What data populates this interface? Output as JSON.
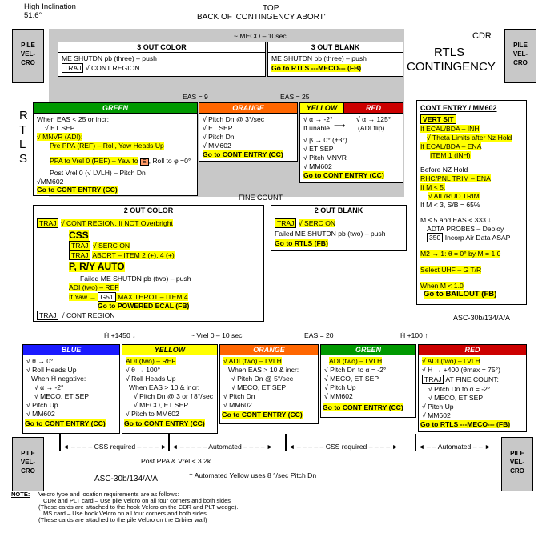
{
  "corner": {
    "line1": "High Inclination",
    "line2": "51.6°"
  },
  "top_label": {
    "line1": "TOP",
    "line2": "BACK OF 'CONTINGENCY ABORT'"
  },
  "meco_time": "~ MECO – 10sec",
  "cdr": "CDR",
  "pile_velcro": {
    "l1": "PILE",
    "l2": "VEL-",
    "l3": "CRO"
  },
  "rtls_contingency": {
    "l1": "RTLS",
    "l2": "CONTINGENCY"
  },
  "three_out_color": {
    "title": "3 OUT COLOR",
    "l1": "ME SHUTDN pb (three) – push",
    "traj": "TRAJ",
    "l2": "√ CONT REGION"
  },
  "three_out_blank": {
    "title": "3 OUT BLANK",
    "l1": "ME SHUTDN pb (three) – push",
    "l2": "Go to RTLS ---MECO--- (FB)"
  },
  "eas9": "EAS = 9",
  "eas25": "EAS = 25",
  "rtls_side": [
    "R",
    "T",
    "L",
    "S"
  ],
  "green_top": {
    "title": "GREEN",
    "l1": "When EAS < 25 or incr:",
    "l2": "√ ET SEP",
    "l3": "√ MNVR (ADI):",
    "l4": "Pre PPA (REF) – Roll, Yaw Heads Up",
    "l5": "PPA to Vrel 0 (REF) – Yaw to",
    "l5b": ", Roll to φ =0°",
    "l6": "Post Vrel 0 (√ LVLH) – Pitch Dn",
    "l7": "√MM602",
    "l8": "Go to CONT ENTRY (CC)"
  },
  "orange_top": {
    "title": "ORANGE",
    "l1": "√ Pitch Dn @ 3°/sec",
    "l2": "√ ET SEP",
    "l3": "√ Pitch Dn",
    "l4": "√ MM602",
    "l5": "Go to CONT ENTRY (CC)"
  },
  "yellow_top": {
    "title": "YELLOW",
    "l1": "√ α → -2°",
    "l2": "If unable",
    "l3": "√ β → 0° (±3°)",
    "l4": "√ ET SEP",
    "l5": "√ Pitch MNVR",
    "l6": "√ MM602",
    "l7": "Go to CONT ENTRY (CC)"
  },
  "red_top": {
    "title": "RED",
    "l1": "√ α → 125°",
    "l2": "(ADI flip)"
  },
  "cont_entry": {
    "title": "CONT ENTRY / MM602",
    "l1": "VERT SIT",
    "l2": "If ECAL/BDA – INH",
    "l3": "√ Theta Limits after Nz Hold",
    "l4": "If ECAL/BDA – ENA",
    "l5": "ITEM 1 (INH)",
    "l6": "Before NZ Hold",
    "l7": "RHC/PNL TRIM – ENA",
    "l8": "If M < 5,",
    "l9": "√ AIL/RUD TRIM",
    "l10": "If M < 3, S/B = 65%",
    "l11": "M ≤ 5 and EAS < 333 ↓",
    "l12": "ADTA PROBES – Deploy",
    "l13a": "350",
    "l13": "Incorp Air Data ASAP",
    "l14": "M2 → 1: θ = 0° by M = 1.0",
    "l15": "Select UHF – G T/R",
    "l16": "When M < 1.0",
    "l17": "Go to BAILOUT (FB)"
  },
  "fine_count": "FINE COUNT",
  "two_out_color": {
    "title": "2 OUT COLOR",
    "traj": "TRAJ",
    "l1": "√ CONT REGION, If NOT Overbright",
    "css": "CSS",
    "l2": "√ SERC ON",
    "l3": "ABORT – ITEM 2 (+), 4 (+)",
    "pry": "P, R/Y AUTO",
    "l4": "Failed ME SHUTDN pb (two) – push",
    "l5": "ADI (two) – REF",
    "l6a": "If Yaw →",
    "l6b": "G51",
    "l6": "MAX THROT – ITEM 4",
    "l7": "Go to POWERED ECAL (FB)",
    "l8": "√ CONT REGION"
  },
  "two_out_blank": {
    "title": "2 OUT BLANK",
    "traj": "TRAJ",
    "l1": "√ SERC ON",
    "l2": "Failed ME SHUTDN pb (two) – push",
    "l3": "Go to RTLS (FB)"
  },
  "ref_code": "ASC-30b/134/A/A",
  "hdot1450": "Ḣ +1450 ↓",
  "vrel_range": "~ Vrel 0 – 10 sec",
  "eas20": "EAS = 20",
  "hdot100": "Ḣ +100 ↑",
  "blue": {
    "title": "BLUE",
    "l1": "√ θ → 0°",
    "l2": "√ Roll Heads Up",
    "l3": "When Ḣ negative:",
    "l4": "√ α → -2°",
    "l5": "√ MECO, ET SEP",
    "l6": "√ Pitch Up",
    "l7": "√ MM602",
    "l8": "Go to CONT ENTRY (CC)"
  },
  "yellow_bot": {
    "title": "YELLOW",
    "l1": "ADI (two) – REF",
    "l2": "√ θ → 100°",
    "l3": "√ Roll Heads Up",
    "l4": "When EAS > 10 & incr:",
    "l5": "√ Pitch Dn @ 3 or †8°/sec",
    "l6": "√ MECO, ET SEP",
    "l7": "√ Pitch to MM602",
    "l8": "Go to CONT ENTRY (CC)"
  },
  "orange_bot": {
    "title": "ORANGE",
    "l1": "√ ADI (two) – LVLH",
    "l2": "When EAS > 10 & incr:",
    "l3": "√ Pitch Dn @ 5°/sec",
    "l4": "√ MECO, ET SEP",
    "l5": "√ Pitch Dn",
    "l6": "√ MM602",
    "l7": "Go to CONT ENTRY (CC)"
  },
  "green_bot": {
    "title": "GREEN",
    "l1": "ADI (two) – LVLH",
    "l2": "√ Pitch Dn to α = -2°",
    "l3": "√ MECO, ET SEP",
    "l4": "√ Pitch Up",
    "l5": "√ MM602",
    "l6": "Go to CONT ENTRY (CC)"
  },
  "red_bot": {
    "title": "RED",
    "l1": "√ ADI (two) – LVLH",
    "l2": "√ Ḣ → +400 (θmax = 75°)",
    "traj": "TRAJ",
    "l3": "AT FINE COUNT:",
    "l4": "√ Pitch Dn to α = -2°",
    "l5": "√ MECO, ET SEP",
    "l6": "√ Pitch Up",
    "l7": "√ MM602",
    "l8": "Go to RTLS ---MECO--- (FB)"
  },
  "timeline": {
    "css1": "CSS required",
    "auto1": "Automated",
    "css2": "CSS required",
    "auto2": "Automated",
    "post_ppa": "Post PPA & Vrel < 3.2k",
    "dagger": "† Automated Yellow uses 8 °/sec Pitch Dn"
  },
  "ref_code_bottom": "ASC-30b/134/A/A",
  "note": {
    "label": "NOTE:",
    "l1": "Velcro type and location requirements are as follows:",
    "l2": "CDR and PLT card – Use pile Velcro on all four corners and both sides",
    "l3": "(These cards are attached to the hook Velcro on the CDR and PLT wedge).",
    "l4": "MS card – Use hook Velcro on all four corners and both sides",
    "l5": "(These cards are attached to the pile Velcro on the Orbiter wall)"
  },
  "colors": {
    "green": "#009900",
    "orange": "#ff6600",
    "yellow": "#ffff00",
    "red": "#cc0000",
    "blue": "#1a1aff",
    "gray": "#c8c8c8"
  }
}
